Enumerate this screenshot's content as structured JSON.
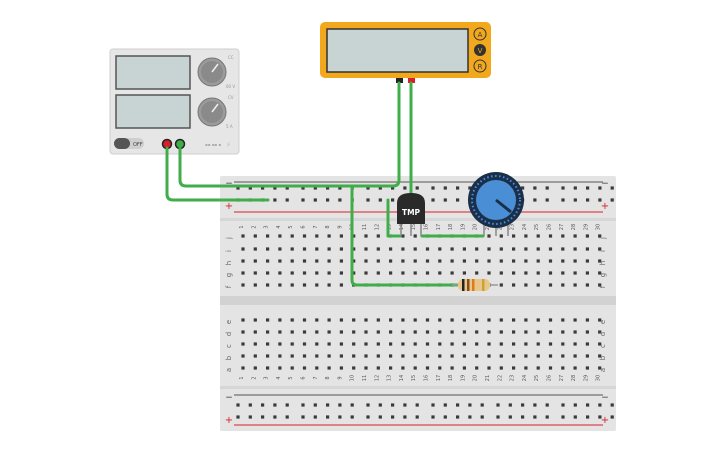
{
  "power_supply": {
    "off_label": "OFF",
    "knob_top_label": "60 V",
    "knob_bottom_label": "5 A",
    "knob_top_mark": "CC",
    "knob_bottom_mark": "CV",
    "display_voltage": "",
    "display_current": ""
  },
  "multimeter": {
    "display_value": "",
    "modes": [
      "A",
      "V",
      "R"
    ]
  },
  "temp_sensor": {
    "label": "TMP"
  },
  "breadboard": {
    "column_numbers": [
      "1",
      "2",
      "3",
      "4",
      "5",
      "6",
      "7",
      "8",
      "9",
      "10",
      "11",
      "12",
      "13",
      "14",
      "15",
      "16",
      "17",
      "18",
      "19",
      "20",
      "21",
      "22",
      "23",
      "24",
      "25",
      "26",
      "27",
      "28",
      "29",
      "30"
    ],
    "top_row_letters": [
      "j",
      "i",
      "h",
      "g",
      "f"
    ],
    "bottom_row_letters": [
      "e",
      "d",
      "c",
      "b",
      "a"
    ],
    "rail_minus": "−",
    "rail_plus": "+"
  },
  "colors": {
    "wire_green": "#3fae4a",
    "probe_red": "#d9202a",
    "probe_black": "#222222",
    "multimeter_body": "#f2a81d",
    "rail_red": "#d9202a",
    "potentiometer_blue": "#4a8fd6",
    "resistor_body": "#e8c88a"
  }
}
